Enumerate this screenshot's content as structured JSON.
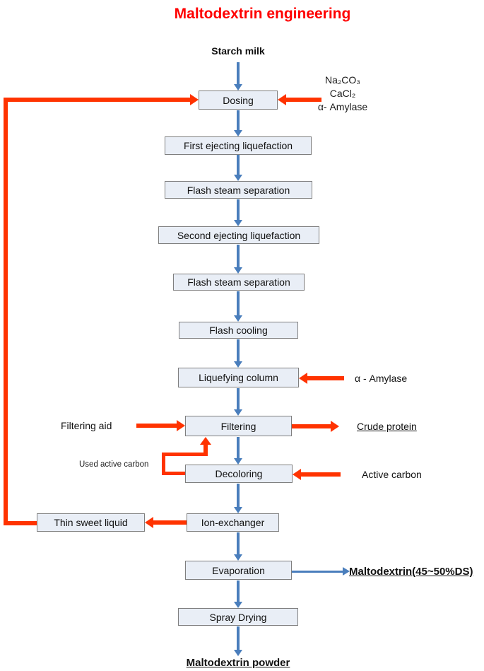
{
  "title": "Maltodextrin engineering",
  "colors": {
    "title_red": "#FF0000",
    "arrow_red": "#FF3300",
    "arrow_blue": "#4A7EBC",
    "box_fill": "#E9EEF6",
    "box_border": "#7F7F7F"
  },
  "start_label": "Starch milk",
  "boxes": {
    "dosing": "Dosing",
    "first_ejecting": "First ejecting liquefaction",
    "flash_steam_1": "Flash steam separation",
    "second_ejecting": "Second ejecting liquefaction",
    "flash_steam_2": "Flash steam separation",
    "flash_cooling": "Flash cooling",
    "liquefying_column": "Liquefying column",
    "filtering": "Filtering",
    "decoloring": "Decoloring",
    "ion_exchanger": "Ion-exchanger",
    "evaporation": "Evaporation",
    "spray_drying": "Spray Drying",
    "thin_sweet_liquid": "Thin sweet liquid"
  },
  "side_labels": {
    "dosing_input_line1": "Na₂CO₃",
    "dosing_input_line2": "CaCl₂",
    "dosing_input_line3": "α- Amylase",
    "liquefying_input": "α - Amylase",
    "filtering_input": "Filtering aid",
    "filtering_output": "Crude protein",
    "recycle_carbon": "Used active carbon",
    "decoloring_input": "Active carbon",
    "evaporation_output": "Maltodextrin(45~50%DS)",
    "final_product": "Maltodextrin powder"
  }
}
